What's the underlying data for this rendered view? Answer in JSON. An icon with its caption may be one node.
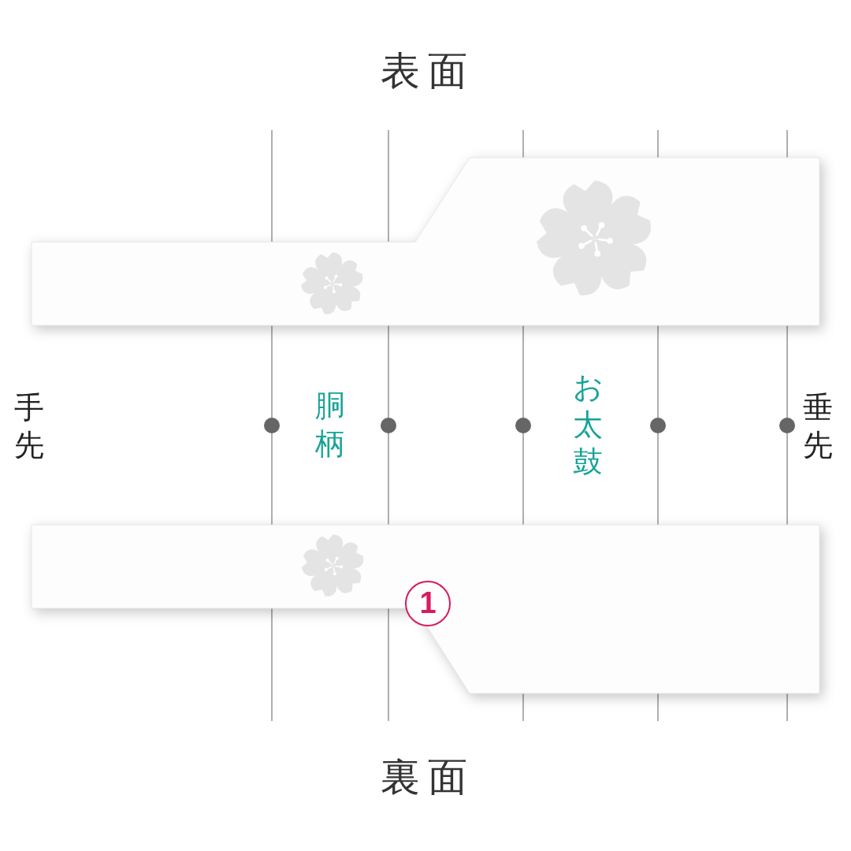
{
  "diagram": {
    "nodes": [
      {
        "text": [
          "表面"
        ]
      },
      {
        "text": [
          "裏面"
        ]
      }
    ],
    "labels": [
      "手先",
      "胴柄",
      "お太鼓",
      "垂先",
      "1"
    ]
  }
}
